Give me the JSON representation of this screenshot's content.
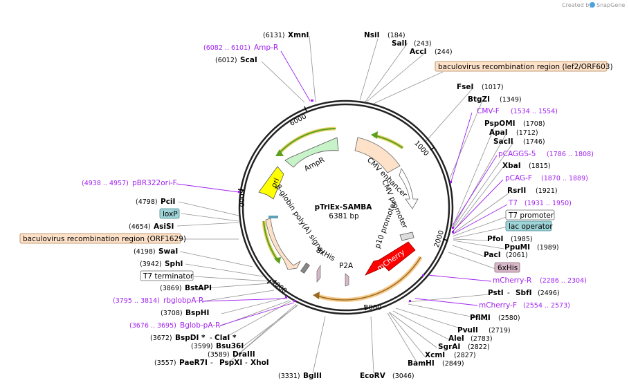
{
  "header": {
    "created_by": "Created by",
    "brand": "SnapGene"
  },
  "plasmid": {
    "name": "pTriEx-SAMBA",
    "length": 6381,
    "length_label": "6381 bp"
  },
  "ticks": [
    "1000",
    "2000",
    "3000",
    "4000",
    "5000",
    "6000"
  ],
  "colors": {
    "backbone": "#222222",
    "primer": "#a020f0",
    "enhancer": "#fde1c8",
    "ampr": "#c8f3c8",
    "ori": "#ffff00",
    "mcherry": "#ff0000",
    "orf_arrow": "#5aa01e",
    "orf_arrow_orange": "#f0a030",
    "lac": "#9fd4d8",
    "sixhis": "#d8b8c8"
  },
  "features": {
    "cmv_enhancer": "CMV enhancer",
    "cmv_promoter": "CMV promoter",
    "p10_promoter": "p10 promoter",
    "mcherry": "mCherry",
    "p2a": "P2A",
    "8xhis": "8xHis",
    "bglobin": "β-globin poly(A) signal",
    "ori": "ori",
    "ampr": "AmpR"
  },
  "site_labels": {
    "xmni": {
      "name": "XmnI",
      "pos": "(6131)"
    },
    "amp_r": {
      "name": "Amp-R",
      "pos": "(6082 .. 6101)"
    },
    "scai": {
      "name": "ScaI",
      "pos": "(6012)"
    },
    "nsii": {
      "name": "NsiI",
      "pos": "(184)"
    },
    "sali": {
      "name": "SalI",
      "pos": "(243)"
    },
    "acci": {
      "name": "AccI",
      "pos": "(244)"
    },
    "bac_lef2": "baculovirus recombination region (lef2/ORF603)",
    "fsei": {
      "name": "FseI",
      "pos": "(1017)"
    },
    "btgzi": {
      "name": "BtgZI",
      "pos": "(1349)"
    },
    "cmv_f": {
      "name": "CMV-F",
      "pos": "(1534 .. 1554)"
    },
    "pspomi": {
      "name": "PspOMI",
      "pos": "(1708)"
    },
    "apai": {
      "name": "ApaI",
      "pos": "(1712)"
    },
    "sacii": {
      "name": "SacII",
      "pos": "(1746)"
    },
    "pcaggs5": {
      "name": "pCAGGS-5",
      "pos": "(1786 .. 1808)"
    },
    "xbai": {
      "name": "XbaI",
      "pos": "(1815)"
    },
    "pcag_f": {
      "name": "pCAG-F",
      "pos": "(1870 .. 1889)"
    },
    "rsrii": {
      "name": "RsrII",
      "pos": "(1921)"
    },
    "t7": {
      "name": "T7",
      "pos": "(1931 .. 1950)"
    },
    "t7_promoter": "T7 promoter",
    "lac_operator": "lac operator",
    "pfoi": {
      "name": "PfoI",
      "pos": "(1985)"
    },
    "ppumi": {
      "name": "PpuMI",
      "pos": "(1989)"
    },
    "paci": {
      "name": "PacI",
      "pos": "(2061)"
    },
    "sixhis": "6xHis",
    "mcherry_r": {
      "name": "mCherry-R",
      "pos": "(2286 .. 2304)"
    },
    "psti_sbfi": {
      "name1": "PstI",
      "sep": " - ",
      "name2": "SbfI",
      "pos": "(2496)"
    },
    "mcherry_f": {
      "name": "mCherry-F",
      "pos": "(2554 .. 2573)"
    },
    "pflmi": {
      "name": "PflMI",
      "pos": "(2580)"
    },
    "pvuii": {
      "name": "PvuII",
      "pos": "(2719)"
    },
    "alei": {
      "name": "AleI",
      "pos": "(2783)"
    },
    "sgrai": {
      "name": "SgrAI",
      "pos": "(2822)"
    },
    "xcmi": {
      "name": "XcmI",
      "pos": "(2827)"
    },
    "bamhi": {
      "name": "BamHI",
      "pos": "(2849)"
    },
    "ecorv": {
      "name": "EcoRV",
      "pos": "(3046)"
    },
    "bglii": {
      "name": "BglII",
      "pos": "(3331)"
    },
    "paer7i_line": {
      "pos": "(3557)",
      "a": "PaeR7I",
      "b": "PspXI",
      "c": "XhoI"
    },
    "drai_ii": {
      "name": "DraIII",
      "pos": "(3589)"
    },
    "bsu36i": {
      "name": "Bsu36I",
      "pos": "(3599)"
    },
    "bspdi_line": {
      "pos": "(3672)",
      "a": "BspDI *",
      "b": "ClaI *"
    },
    "bglob_pa_r": {
      "name": "Bglob-pA-R",
      "pos": "(3676 .. 3695)"
    },
    "bsphi": {
      "name": "BspHI",
      "pos": "(3708)"
    },
    "rbglobpa_r": {
      "name": "rbglobpA-R",
      "pos": "(3795 .. 3814)"
    },
    "bstapi": {
      "name": "BstAPI",
      "pos": "(3869)"
    },
    "t7_terminator": "T7 terminator",
    "sphi": {
      "name": "SphI",
      "pos": "(3942)"
    },
    "swai": {
      "name": "SwaI",
      "pos": "(4198)"
    },
    "bac_orf1629": "baculovirus recombination region (ORF1629)",
    "asisi": {
      "name": "AsiSI",
      "pos": "(4654)"
    },
    "loxp": "loxP",
    "pcii": {
      "name": "PciI",
      "pos": "(4798)"
    },
    "pbr322ori_f": {
      "name": "pBR322ori-F",
      "pos": "(4938 .. 4957)"
    }
  }
}
